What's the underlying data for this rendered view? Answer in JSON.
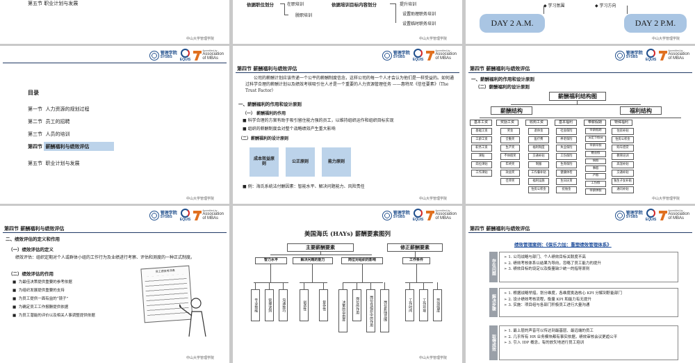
{
  "footer": "中山大学管理学院",
  "logos": {
    "mgmt_cn": "管理学院",
    "mgmt_en": "SYSBS",
    "equis": "EQUIS",
    "amba_small": "Accredited by",
    "amba_big1": "Association",
    "amba_big2": "of MBAs"
  },
  "slide_top1": {
    "text": "第五节 职业计划与发展"
  },
  "slide_top2": {
    "left_label": "依据职位划分",
    "left_items": [
      "在职培训",
      "脱职培训"
    ],
    "mid_label": "依据培训目标内容划分",
    "right_items": [
      "提升培训",
      "设置助理职务培训",
      "设置临时职务培训"
    ]
  },
  "slide_top3": {
    "items": [
      "学习氛围",
      "学习方向"
    ],
    "day_am": "DAY 2   A.M.",
    "day_pm": "DAY 2   P.M."
  },
  "toc": {
    "title": "目录",
    "items": [
      {
        "num": "第一节",
        "label": "人力资源的规划过程"
      },
      {
        "num": "第二节",
        "label": "员工的招聘"
      },
      {
        "num": "第三节",
        "label": "人员的培训"
      },
      {
        "num": "第四节",
        "label": "薪酬福利与绩效评估"
      },
      {
        "num": "第五节",
        "label": "职业计划与发展"
      }
    ]
  },
  "slide_mid2": {
    "title": "第四节  薪酬福利与绩效评估",
    "quote": "公司的薪酬计划应该传递一个公平的薪酬制度信念，这样公司的每一个人才会认为他们是一样受益的。如何通过科学合理的薪酬计划以及绩效考核吸引住人才是一个重要的人力资源管理任务    ——惠特尼《信任要素》（The Trust Factor）",
    "h1": "一、薪酬福利的作用和设计原则",
    "h2": "（一）  薪酬福利的作用",
    "b1": "科学合理的方案有助于吸引留住能力强的员工，以维持组织运作和组织目标实现",
    "b2": "组织的薪酬制度会对整个战略绩效产生重大影响",
    "h3": "（二）薪酬福利的设计原则",
    "boxes": [
      "成本效益原则",
      "公正原则",
      "能力原则"
    ],
    "note": "例：海氏系统法付酬因素：智能水平、解决问题能力、风险责任"
  },
  "slide_mid3": {
    "title": "第四节  薪酬福利与绩效评估",
    "h1": "一、薪酬福利的作用和设计原则",
    "h2": "（二）薪酬福利的设计原则",
    "root": "薪酬福利结构图",
    "left": "薪酬结构",
    "right": "福利结构",
    "l2": [
      "基本工资",
      "奖励工资",
      "收购工资",
      "基本福利"
    ],
    "r2": [
      "带薪假期",
      "特殊福利"
    ],
    "c1": [
      "基础工资",
      "工龄工资",
      "职务工资",
      "津贴",
      "岗位津贴",
      "工作津贴"
    ],
    "c2": [
      "奖金",
      "全勤奖",
      "生产奖",
      "不休假奖",
      "年终奖",
      "效益奖",
      "佳单奖"
    ],
    "c3": [
      "退休金",
      "医疗费",
      "福利制度",
      "交通补贴",
      "制服",
      "工作餐补贴",
      "福利设施",
      "住房公积金"
    ],
    "c4": [
      "社会保险",
      "养老保险",
      "失业保险",
      "工伤保险",
      "生育保险",
      "健康体检",
      "生日庆贺",
      "抚恤金"
    ],
    "c5": [
      "带薪假期",
      "法定节假日",
      "带薪年假",
      "婚丧假",
      "病假",
      "事假",
      "产假",
      "工伤假",
      "带薪休假"
    ],
    "c6": [
      "住房补贴",
      "住房公积金",
      "购车借贷",
      "教育培训",
      "高温补贴",
      "交通补贴",
      "独生子女补贴",
      "通讯补贴"
    ]
  },
  "slide_bot1": {
    "title": "第四节  薪酬福利与绩效评估",
    "h1": "二、绩效评估的定义和作用",
    "h2": "（一）绩效评估的定义",
    "def": "绩效评估：组织定期对个人或群体小组的工作行为及业绩进行考察、评估和测度的一种正式制度。",
    "h3": "（二）绩效评估的作用",
    "bullets": [
      "为最佳决策提供重要的参考依据",
      "为组织发展提供重要的支持",
      "为员工提供一面有益的“镜子”",
      "为确定员工工作报酬提供依据",
      "为员工潜能的评价以及相关人事调整提供依据"
    ],
    "form_title": "员工绩效考评表"
  },
  "slide_bot2": {
    "title": "美国海氏 (HAYs) 薪酬要素图列",
    "main": "主要薪酬要素",
    "fix": "修正薪酬要素",
    "cats": [
      "智力水平",
      "解决问题的能力",
      "岗位对组织的影响",
      "工作条件"
    ],
    "leaves": [
      "专业技能",
      "管理诀窍",
      "沟通技巧",
      "创造性",
      "复杂性",
      "决策的自由度",
      "岗位的作用",
      "岗位在组织中的作用",
      "岗位影响范围",
      "工作时间",
      "工作环境",
      "劳动强度"
    ]
  },
  "slide_bot3": {
    "title": "第四节  薪酬福利与绩效评估",
    "sub": "绩效管理案例：《保乐力加：重塑绩效管理体系》",
    "tags": [
      "存在问题",
      "解决步骤",
      "取得成效"
    ],
    "p1": [
      "1. 公司战略与部门、个人绩效目标关联度不高",
      "2. 绩效考核体系以结果为导向，忽略了员工能力的提升",
      "3. 绩效目标的设定以及衡量缺少统一的指导原则"
    ],
    "p2": [
      "1. 根据战略举措，划分维度，各维度挑选核心 KPI 分解到职能部门",
      "2. 设计绩效考核流程，衡量 KPI 和能力有无提升",
      "3. 实施：项目组与各部门积极员工进行大量沟通"
    ],
    "p3": [
      "1. 最上层的声音可以传达到最基层、最远端的员工",
      "2. 几乎所有 HR 业务模块都有事实依据，绩效审核会议更趋公平",
      "3. 引入 IDP 概念，有的放矢地进行员工培训"
    ]
  }
}
